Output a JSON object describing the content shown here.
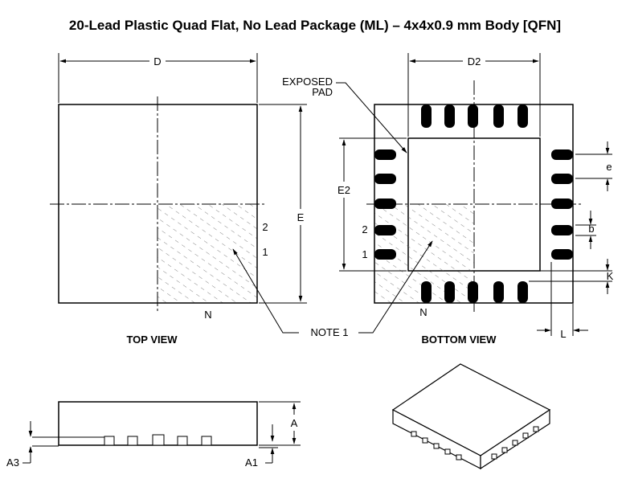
{
  "title": "20-Lead Plastic Quad Flat, No Lead Package (ML) – 4x4x0.9 mm Body [QFN]",
  "top_view": {
    "caption": "TOP VIEW",
    "dim_width": "D",
    "dim_height": "E",
    "pin_2": "2",
    "pin_1": "1",
    "pin_n": "N"
  },
  "bottom_view": {
    "caption": "BOTTOM VIEW",
    "dim_pad_width": "D2",
    "dim_pad_height": "E2",
    "exposed_pad_line1": "EXPOSED",
    "exposed_pad_line2": "PAD",
    "dim_pitch": "e",
    "dim_lead_width": "b",
    "dim_clearance": "K",
    "dim_lead_length": "L",
    "pin_2": "2",
    "pin_1": "1",
    "pin_n": "N"
  },
  "note": "NOTE 1",
  "side_view": {
    "dim_height": "A",
    "dim_standoff": "A1",
    "dim_terminal": "A3"
  }
}
